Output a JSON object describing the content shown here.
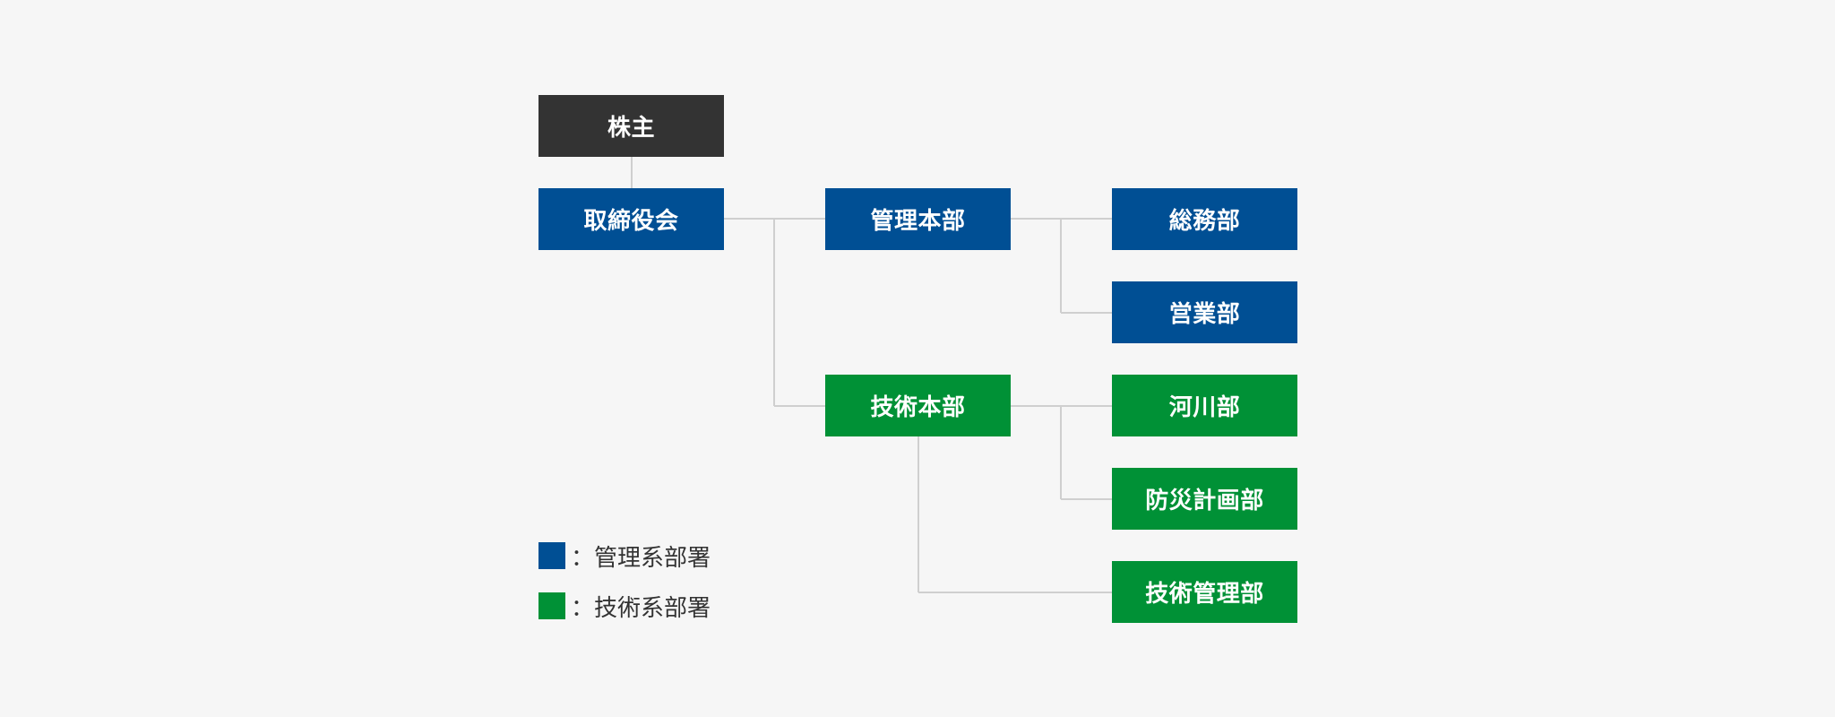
{
  "colors": {
    "background": "#f6f6f6",
    "shareholders": "#333333",
    "management": "#004f94",
    "technical": "#009136",
    "connector": "#cfcfcf"
  },
  "nodes": {
    "shareholders": {
      "label": "株主",
      "category": "shareholders"
    },
    "board": {
      "label": "取締役会",
      "category": "management"
    },
    "admin_hq": {
      "label": "管理本部",
      "category": "management"
    },
    "tech_hq": {
      "label": "技術本部",
      "category": "technical"
    },
    "general_affairs": {
      "label": "総務部",
      "category": "management"
    },
    "sales": {
      "label": "営業部",
      "category": "management"
    },
    "river": {
      "label": "河川部",
      "category": "technical"
    },
    "disaster_planning": {
      "label": "防災計画部",
      "category": "technical"
    },
    "tech_management": {
      "label": "技術管理部",
      "category": "technical"
    }
  },
  "edges": [
    [
      "shareholders",
      "board"
    ],
    [
      "board",
      "admin_hq"
    ],
    [
      "board",
      "tech_hq"
    ],
    [
      "admin_hq",
      "general_affairs"
    ],
    [
      "admin_hq",
      "sales"
    ],
    [
      "tech_hq",
      "river"
    ],
    [
      "tech_hq",
      "disaster_planning"
    ],
    [
      "tech_hq",
      "tech_management"
    ]
  ],
  "legend": [
    {
      "label": "：管理系部署",
      "color": "#004f94"
    },
    {
      "label": "：技術系部署",
      "color": "#009136"
    }
  ]
}
